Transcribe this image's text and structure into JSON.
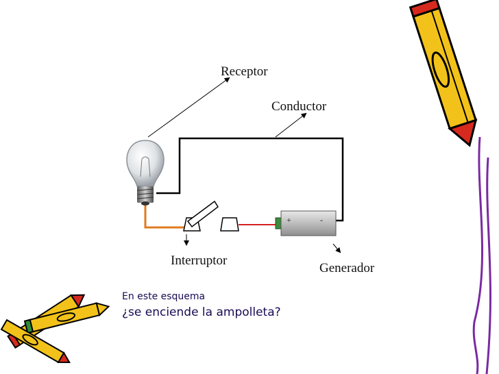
{
  "diagram": {
    "labels": {
      "receptor": "Receptor",
      "conductor": "Conductor",
      "interruptor": "Interruptor",
      "generador": "Generador"
    },
    "battery": {
      "plus": "+",
      "minus": "-"
    }
  },
  "question": {
    "line1": "En este esquema",
    "line2": "¿se enciende la ampolleta?"
  },
  "colors": {
    "wire": "#000000",
    "lamp_wire": "#e07b1f",
    "battery_wire": "#d42020",
    "battery_terminal": "#3d8a3d",
    "question_text": "#1a0a55",
    "crayon_yellow": "#f2c21a",
    "crayon_red": "#d62a1e"
  },
  "icons": [
    "light-bulb-icon",
    "switch-icon",
    "battery-icon",
    "crayon-icon",
    "pencil-icon"
  ]
}
